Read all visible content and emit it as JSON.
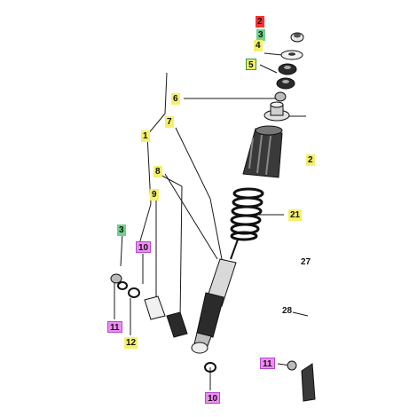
{
  "callouts": {
    "c2": "2",
    "c3a": "3",
    "c4": "4",
    "c5": "5",
    "c6": "6",
    "c7": "7",
    "c1": "1",
    "c8": "8",
    "c9": "9",
    "c3b": "3",
    "c10a": "10",
    "c11a": "11",
    "c12": "12",
    "c10b": "10",
    "c11b": "11",
    "c2b": "2",
    "c21": "21",
    "c27": "27",
    "c28": "28"
  },
  "colors": {
    "yellow": "#f4f06a",
    "green": "#6fd18a",
    "magenta": "#f08cf2",
    "red": "#ff3030",
    "line": "#1a1a1a"
  }
}
